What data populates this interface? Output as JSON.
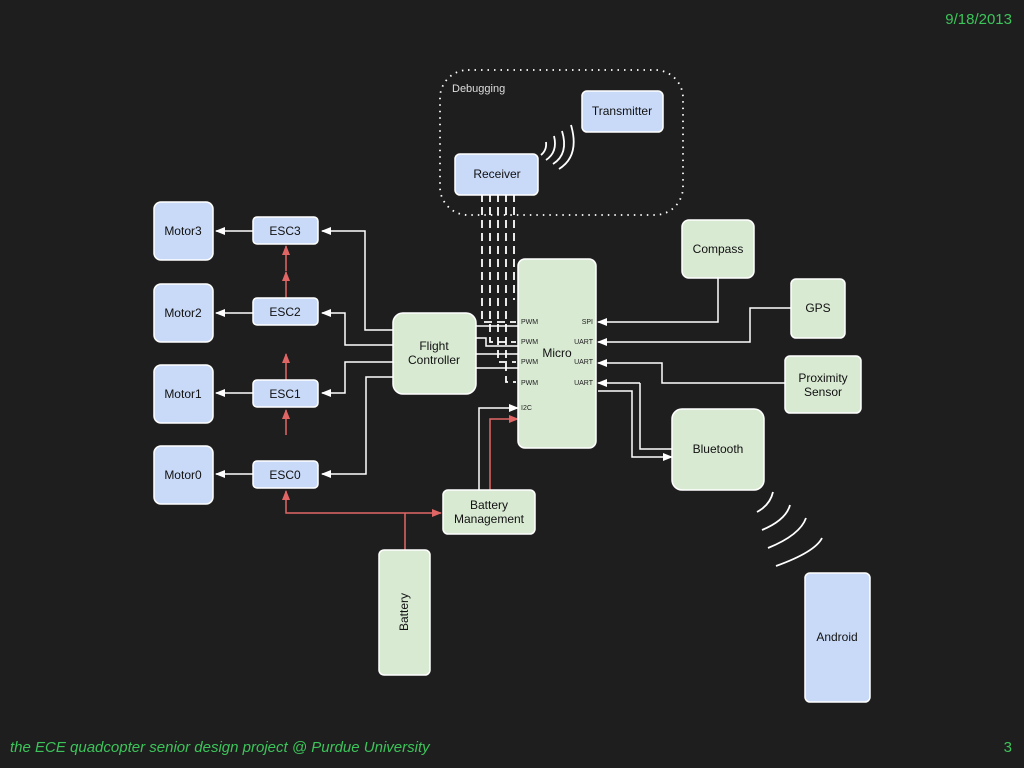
{
  "date": "9/18/2013",
  "footer": "the ECE quadcopter senior design project @ Purdue University",
  "page_number": "3",
  "group": {
    "label": "Debugging"
  },
  "nodes": {
    "transmitter": "Transmitter",
    "receiver": "Receiver",
    "compass": "Compass",
    "gps": "GPS",
    "proximity": [
      "Proximity",
      "Sensor"
    ],
    "micro": "Micro",
    "flight_controller": [
      "Flight",
      "Controller"
    ],
    "bluetooth": "Bluetooth",
    "android": "Android",
    "battery": "Battery",
    "battery_management": [
      "Battery",
      "Management"
    ],
    "motor3": "Motor3",
    "motor2": "Motor2",
    "motor1": "Motor1",
    "motor0": "Motor0",
    "esc3": "ESC3",
    "esc2": "ESC2",
    "esc1": "ESC1",
    "esc0": "ESC0"
  },
  "micro_pins": {
    "left": [
      "PWM",
      "PWM",
      "PWM",
      "PWM",
      "I2C"
    ],
    "right": [
      "SPI",
      "UART",
      "UART",
      "UART"
    ]
  },
  "colors": {
    "background": "#1e1e1e",
    "blue_box": "#c9daf8",
    "green_box": "#d9ead3",
    "power_line": "#e06666",
    "text_accent": "#3cc45a"
  }
}
